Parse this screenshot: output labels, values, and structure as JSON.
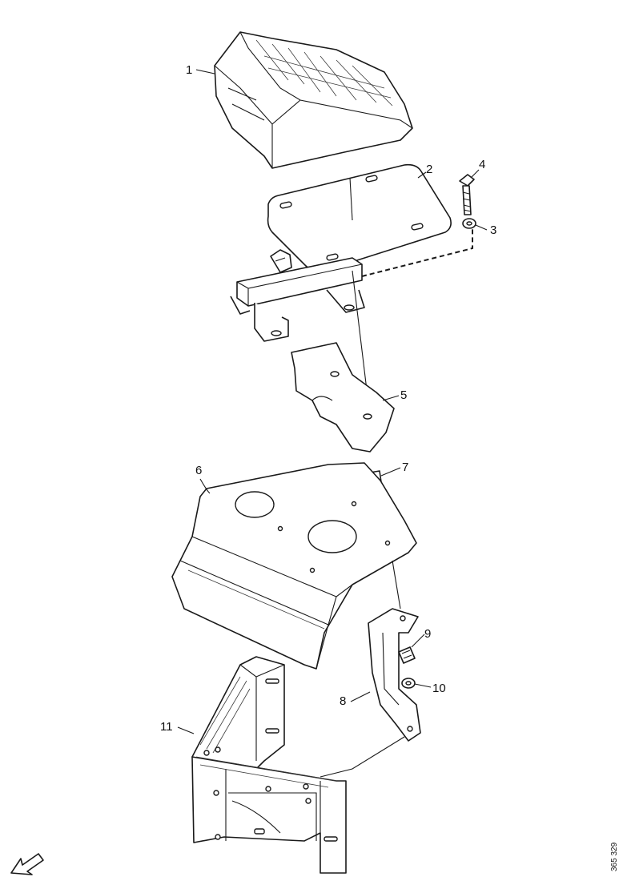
{
  "callouts": [
    {
      "id": "1",
      "label": "1"
    },
    {
      "id": "2",
      "label": "2"
    },
    {
      "id": "3",
      "label": "3"
    },
    {
      "id": "4",
      "label": "4"
    },
    {
      "id": "5",
      "label": "5"
    },
    {
      "id": "6",
      "label": "6"
    },
    {
      "id": "7",
      "label": "7"
    },
    {
      "id": "8",
      "label": "8"
    },
    {
      "id": "9",
      "label": "9"
    },
    {
      "id": "10",
      "label": "10"
    },
    {
      "id": "11",
      "label": "11"
    }
  ],
  "reference_code": "365 329",
  "icons": {
    "direction": "arrow-down-left-icon"
  }
}
